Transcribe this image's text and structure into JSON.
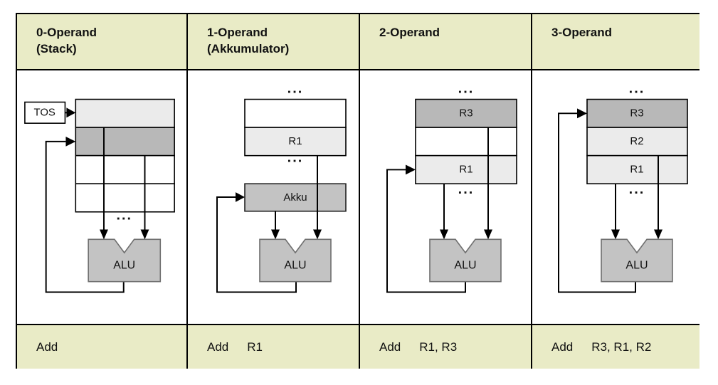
{
  "columns": [
    {
      "header": {
        "line1": "0-Operand",
        "line2": "(Stack)"
      },
      "instruction": {
        "mnemonic": "Add",
        "operands": ""
      },
      "labels": {
        "tos": "TOS"
      }
    },
    {
      "header": {
        "line1": "1-Operand",
        "line2": "(Akkumulator)"
      },
      "instruction": {
        "mnemonic": "Add",
        "operands": "R1"
      },
      "labels": {
        "r1": "R1",
        "akku": "Akku"
      }
    },
    {
      "header": {
        "line1": "2-Operand",
        "line2": ""
      },
      "instruction": {
        "mnemonic": "Add",
        "operands": "R1, R3"
      },
      "labels": {
        "r3": "R3",
        "r1": "R1"
      }
    },
    {
      "header": {
        "line1": "3-Operand",
        "line2": ""
      },
      "instruction": {
        "mnemonic": "Add",
        "operands": "R3, R1, R2"
      },
      "labels": {
        "r3": "R3",
        "r2": "R2",
        "r1": "R1"
      }
    }
  ],
  "shared": {
    "alu_label": "ALU",
    "ellipsis": "..."
  },
  "colors": {
    "header_bg": "#e9ebc6",
    "cell_light": "#ebebeb",
    "cell_dark": "#b8b8b8",
    "block_gray": "#c3c3c3",
    "line": "#000000"
  }
}
